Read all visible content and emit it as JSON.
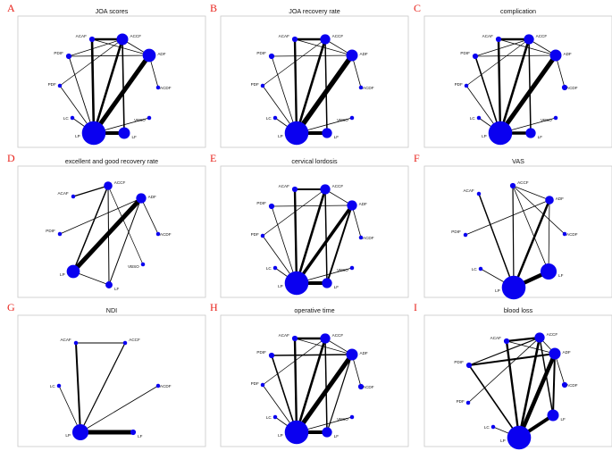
{
  "panels": [
    {
      "letter": "A",
      "title": "JOA scores",
      "nodes": [
        {
          "label": "ACAF",
          "size": 2
        },
        {
          "label": "ACCF",
          "size": 6
        },
        {
          "label": "ADF",
          "size": 7
        },
        {
          "label": "ACDF",
          "size": 1
        },
        {
          "label": "VBSO",
          "size": 1
        },
        {
          "label": "LF",
          "size": 6
        },
        {
          "label": "LP",
          "size": 14
        },
        {
          "label": "LC",
          "size": 1
        },
        {
          "label": "PDF",
          "size": 1
        },
        {
          "label": "PDIF",
          "size": 2
        }
      ],
      "edges": [
        [
          0,
          1,
          2.6
        ],
        [
          0,
          6,
          2.6
        ],
        [
          1,
          6,
          2.6
        ],
        [
          2,
          6,
          5
        ],
        [
          5,
          6,
          4
        ],
        [
          1,
          5,
          1.6
        ],
        [
          9,
          6,
          0.9
        ],
        [
          8,
          6,
          0.8
        ],
        [
          7,
          6,
          0.8
        ],
        [
          4,
          6,
          0.8
        ],
        [
          9,
          2,
          0.8
        ],
        [
          8,
          1,
          0.7
        ],
        [
          0,
          2,
          0.7
        ],
        [
          2,
          3,
          0.8
        ],
        [
          1,
          2,
          0.8
        ],
        [
          9,
          1,
          0.7
        ]
      ]
    },
    {
      "letter": "B",
      "title": "JOA recovery rate",
      "nodes": [
        {
          "label": "ACAF",
          "size": 2
        },
        {
          "label": "ACCF",
          "size": 5
        },
        {
          "label": "ADF",
          "size": 6
        },
        {
          "label": "ACDF",
          "size": 1
        },
        {
          "label": "VBSO",
          "size": 1
        },
        {
          "label": "LF",
          "size": 5
        },
        {
          "label": "LP",
          "size": 14
        },
        {
          "label": "LC",
          "size": 1
        },
        {
          "label": "PDF",
          "size": 1
        },
        {
          "label": "PDIF",
          "size": 2
        }
      ],
      "edges": [
        [
          0,
          1,
          2.4
        ],
        [
          0,
          6,
          2.4
        ],
        [
          1,
          6,
          2.6
        ],
        [
          2,
          6,
          5.5
        ],
        [
          5,
          6,
          4
        ],
        [
          1,
          5,
          1.5
        ],
        [
          9,
          6,
          0.8
        ],
        [
          8,
          6,
          0.8
        ],
        [
          7,
          6,
          0.8
        ],
        [
          4,
          6,
          0.8
        ],
        [
          9,
          2,
          0.8
        ],
        [
          8,
          1,
          0.7
        ],
        [
          2,
          3,
          0.8
        ],
        [
          1,
          2,
          0.8
        ],
        [
          0,
          2,
          0.7
        ]
      ]
    },
    {
      "letter": "C",
      "title": "complication",
      "nodes": [
        {
          "label": "ACAF",
          "size": 2
        },
        {
          "label": "ACCF",
          "size": 5
        },
        {
          "label": "ADF",
          "size": 6
        },
        {
          "label": "ACDF",
          "size": 2
        },
        {
          "label": "VBSO",
          "size": 1
        },
        {
          "label": "LF",
          "size": 5
        },
        {
          "label": "LP",
          "size": 14
        },
        {
          "label": "LC",
          "size": 1
        },
        {
          "label": "PDF",
          "size": 1
        },
        {
          "label": "PDIF",
          "size": 2
        }
      ],
      "edges": [
        [
          0,
          1,
          2.4
        ],
        [
          0,
          6,
          2.4
        ],
        [
          1,
          6,
          2.6
        ],
        [
          2,
          6,
          5
        ],
        [
          5,
          6,
          3.5
        ],
        [
          1,
          5,
          1.5
        ],
        [
          9,
          6,
          1.6
        ],
        [
          8,
          6,
          0.8
        ],
        [
          7,
          6,
          0.8
        ],
        [
          4,
          6,
          0.8
        ],
        [
          9,
          2,
          0.8
        ],
        [
          8,
          1,
          0.7
        ],
        [
          2,
          3,
          0.8
        ],
        [
          1,
          2,
          0.8
        ],
        [
          0,
          2,
          0.7
        ],
        [
          9,
          1,
          0.7
        ]
      ]
    },
    {
      "letter": "D",
      "title": "excellent and good recovery rate",
      "nodes": [
        {
          "label": "ACAF",
          "size": 1
        },
        {
          "label": "ACCF",
          "size": 4
        },
        {
          "label": "ADF",
          "size": 5
        },
        {
          "label": "ACDF",
          "size": 1
        },
        {
          "label": "VBSO",
          "size": 1
        },
        {
          "label": "LF",
          "size": 3
        },
        {
          "label": "LP",
          "size": 7
        },
        {
          "label": "PDIF",
          "size": 1
        }
      ],
      "edges": [
        [
          0,
          1,
          1.2
        ],
        [
          1,
          6,
          1.5
        ],
        [
          1,
          5,
          1
        ],
        [
          2,
          6,
          5
        ],
        [
          2,
          5,
          1
        ],
        [
          2,
          3,
          0.8
        ],
        [
          1,
          4,
          0.7
        ],
        [
          7,
          2,
          0.8
        ],
        [
          6,
          5,
          0.8
        ]
      ]
    },
    {
      "letter": "E",
      "title": "cervical lordosis",
      "nodes": [
        {
          "label": "ACAF",
          "size": 2
        },
        {
          "label": "ACCF",
          "size": 5
        },
        {
          "label": "ADF",
          "size": 5
        },
        {
          "label": "ACDF",
          "size": 1
        },
        {
          "label": "VBSO",
          "size": 1
        },
        {
          "label": "LF",
          "size": 5
        },
        {
          "label": "LP",
          "size": 14
        },
        {
          "label": "LC",
          "size": 1
        },
        {
          "label": "PDF",
          "size": 1
        },
        {
          "label": "PDIF",
          "size": 2
        }
      ],
      "edges": [
        [
          0,
          1,
          2
        ],
        [
          0,
          6,
          2.4
        ],
        [
          1,
          6,
          2.6
        ],
        [
          2,
          6,
          3.5
        ],
        [
          5,
          6,
          4
        ],
        [
          1,
          5,
          1.5
        ],
        [
          9,
          6,
          0.8
        ],
        [
          8,
          6,
          0.8
        ],
        [
          7,
          6,
          0.8
        ],
        [
          4,
          6,
          0.8
        ],
        [
          9,
          2,
          0.8
        ],
        [
          8,
          1,
          0.7
        ],
        [
          2,
          3,
          0.8
        ],
        [
          1,
          2,
          0.8
        ],
        [
          2,
          5,
          2
        ]
      ]
    },
    {
      "letter": "F",
      "title": "VAS",
      "nodes": [
        {
          "label": "ACAF",
          "size": 1
        },
        {
          "label": "ACCF",
          "size": 2
        },
        {
          "label": "ADF",
          "size": 4
        },
        {
          "label": "ACDF",
          "size": 1
        },
        {
          "label": "LF",
          "size": 9
        },
        {
          "label": "LP",
          "size": 14
        },
        {
          "label": "LC",
          "size": 1
        },
        {
          "label": "PDIF",
          "size": 1
        }
      ],
      "edges": [
        [
          0,
          5,
          1.5
        ],
        [
          1,
          5,
          1.2
        ],
        [
          2,
          5,
          2.5
        ],
        [
          4,
          5,
          4.5
        ],
        [
          1,
          4,
          0.8
        ],
        [
          1,
          3,
          0.8
        ],
        [
          2,
          4,
          0.8
        ],
        [
          7,
          2,
          0.8
        ],
        [
          6,
          5,
          0.8
        ],
        [
          1,
          2,
          0.7
        ]
      ]
    },
    {
      "letter": "G",
      "title": "NDI",
      "nodes": [
        {
          "label": "ACAF",
          "size": 1
        },
        {
          "label": "ACCF",
          "size": 1
        },
        {
          "label": "ACDF",
          "size": 1
        },
        {
          "label": "LF",
          "size": 2
        },
        {
          "label": "LP",
          "size": 9
        },
        {
          "label": "LC",
          "size": 1
        }
      ],
      "edges": [
        [
          0,
          1,
          0.9
        ],
        [
          0,
          4,
          2
        ],
        [
          1,
          4,
          1.2
        ],
        [
          4,
          3,
          5
        ],
        [
          2,
          4,
          0.8
        ],
        [
          5,
          4,
          0.8
        ]
      ]
    },
    {
      "letter": "H",
      "title": "operative time",
      "nodes": [
        {
          "label": "ACAF",
          "size": 2
        },
        {
          "label": "ACCF",
          "size": 5
        },
        {
          "label": "ADF",
          "size": 6
        },
        {
          "label": "ACDF",
          "size": 2
        },
        {
          "label": "VBSO",
          "size": 1
        },
        {
          "label": "LF",
          "size": 5
        },
        {
          "label": "LP",
          "size": 14
        },
        {
          "label": "LC",
          "size": 1
        },
        {
          "label": "PDF",
          "size": 1
        },
        {
          "label": "PDIF",
          "size": 2
        }
      ],
      "edges": [
        [
          0,
          1,
          2.4
        ],
        [
          0,
          6,
          2.4
        ],
        [
          1,
          6,
          2.6
        ],
        [
          2,
          6,
          5
        ],
        [
          5,
          6,
          4
        ],
        [
          1,
          5,
          1.5
        ],
        [
          9,
          6,
          1.6
        ],
        [
          8,
          6,
          0.8
        ],
        [
          7,
          6,
          0.8
        ],
        [
          4,
          6,
          0.8
        ],
        [
          9,
          2,
          1.5
        ],
        [
          8,
          1,
          0.7
        ],
        [
          2,
          3,
          0.8
        ],
        [
          1,
          2,
          0.8
        ],
        [
          0,
          2,
          0.7
        ],
        [
          2,
          5,
          1.2
        ]
      ]
    },
    {
      "letter": "I",
      "title": "blood loss",
      "nodes": [
        {
          "label": "ACAF",
          "size": 2
        },
        {
          "label": "ACCF",
          "size": 5
        },
        {
          "label": "ADF",
          "size": 6
        },
        {
          "label": "ACDF",
          "size": 2
        },
        {
          "label": "LF",
          "size": 6
        },
        {
          "label": "LP",
          "size": 14
        },
        {
          "label": "LC",
          "size": 1
        },
        {
          "label": "PDF",
          "size": 1
        },
        {
          "label": "PDIF",
          "size": 2
        }
      ],
      "edges": [
        [
          0,
          1,
          2.2
        ],
        [
          0,
          5,
          2.4
        ],
        [
          1,
          5,
          2.6
        ],
        [
          2,
          5,
          4.5
        ],
        [
          4,
          5,
          4
        ],
        [
          1,
          4,
          1.5
        ],
        [
          8,
          2,
          2
        ],
        [
          8,
          5,
          1.6
        ],
        [
          7,
          1,
          0.8
        ],
        [
          6,
          5,
          0.8
        ],
        [
          2,
          3,
          0.8
        ],
        [
          1,
          2,
          0.8
        ],
        [
          0,
          2,
          0.7
        ],
        [
          8,
          1,
          1.2
        ],
        [
          2,
          4,
          2
        ]
      ]
    }
  ]
}
